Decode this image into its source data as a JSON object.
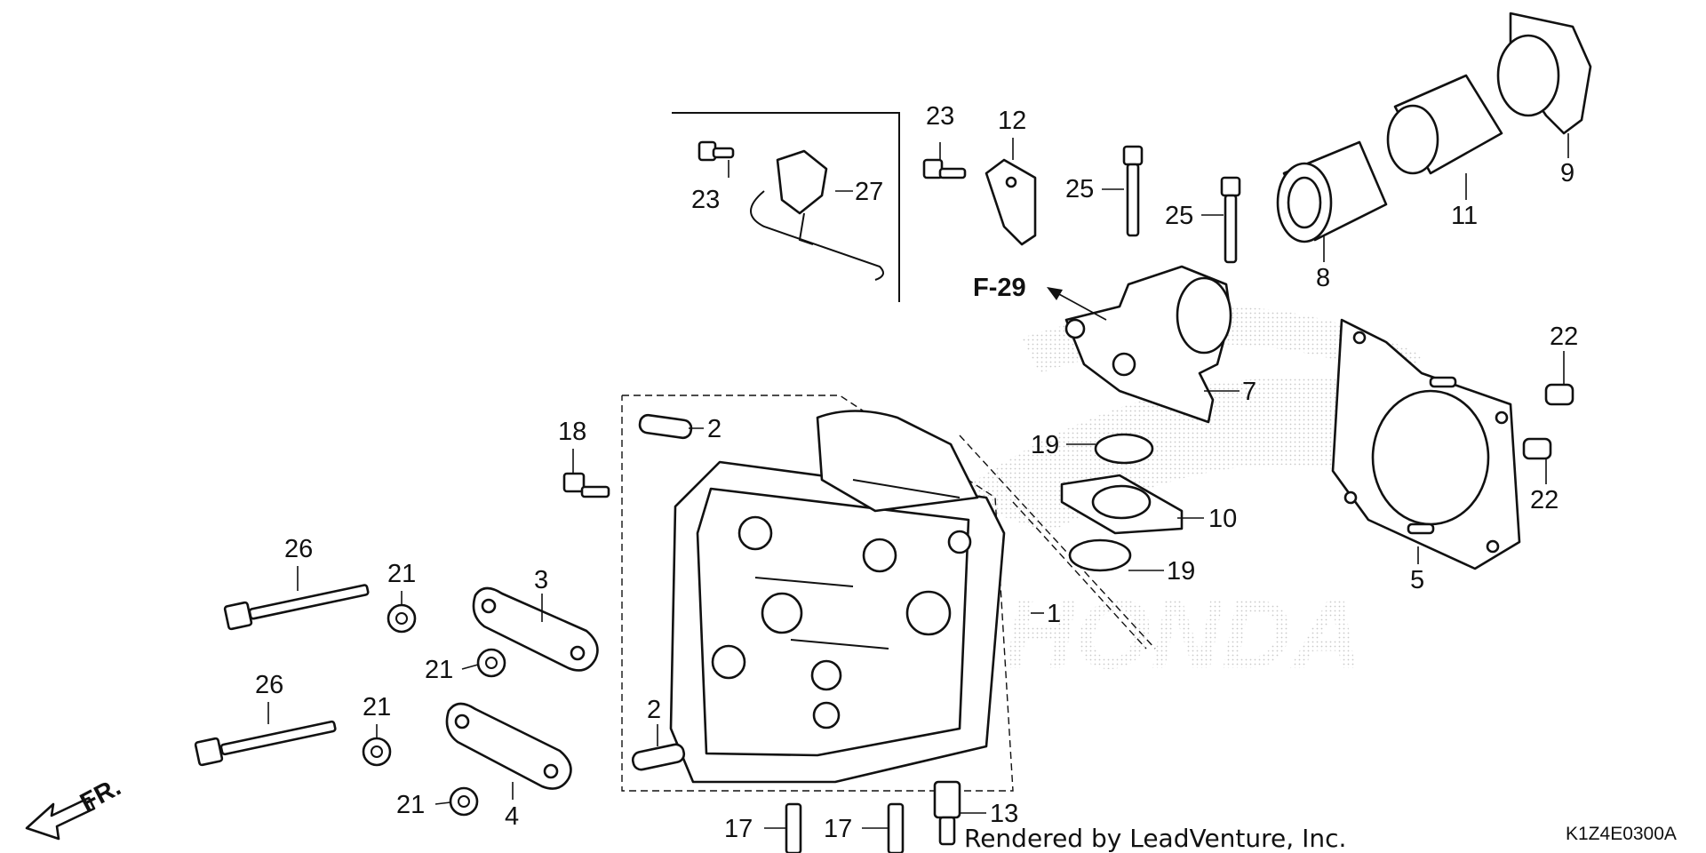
{
  "diagram": {
    "diagram_code": "K1Z4E0300A",
    "credit": "Rendered by LeadVenture, Inc.",
    "reference_label": "F-29",
    "direction_label": "FR.",
    "callouts": {
      "c1": "1",
      "c2a": "2",
      "c2b": "2",
      "c3": "3",
      "c4": "4",
      "c5": "5",
      "c7": "7",
      "c8": "8",
      "c9": "9",
      "c10": "10",
      "c11": "11",
      "c12": "12",
      "c13": "13",
      "c17a": "17",
      "c17b": "17",
      "c18": "18",
      "c19a": "19",
      "c19b": "19",
      "c21a": "21",
      "c21b": "21",
      "c21c": "21",
      "c21d": "21",
      "c22a": "22",
      "c22b": "22",
      "c23a": "23",
      "c23b": "23",
      "c25a": "25",
      "c25b": "25",
      "c26a": "26",
      "c26b": "26",
      "c27": "27"
    }
  }
}
